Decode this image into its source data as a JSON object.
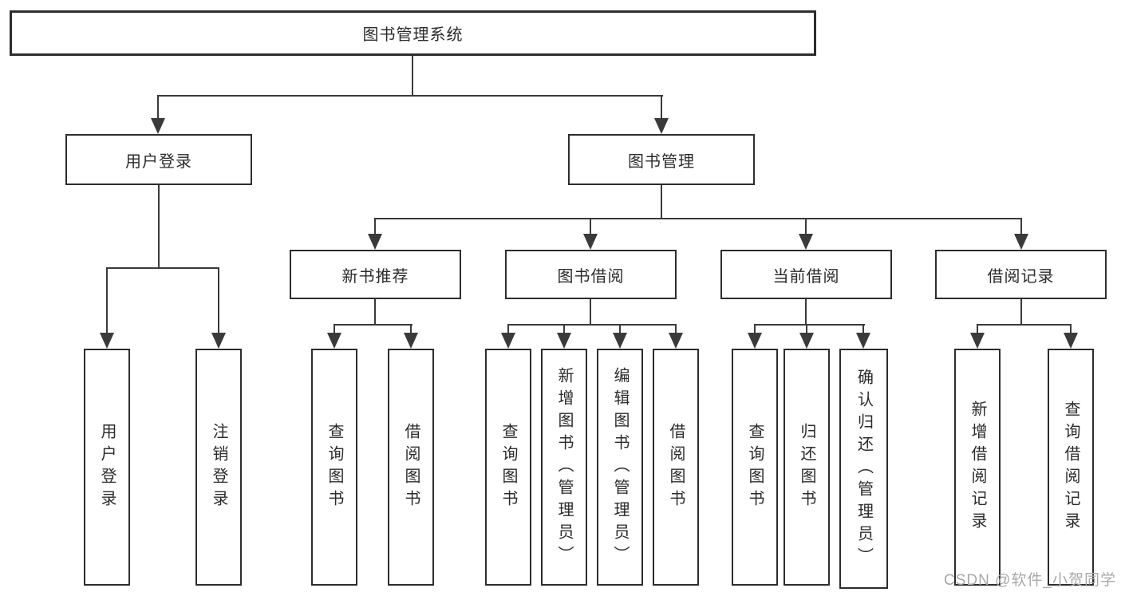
{
  "diagram": {
    "root": "图书管理系统",
    "level2": [
      "用户登录",
      "图书管理"
    ],
    "level3": [
      "新书推荐",
      "图书借阅",
      "当前借阅",
      "借阅记录"
    ],
    "leaves": {
      "login": [
        "用户登录",
        "注销登录"
      ],
      "newbook": [
        "查询图书",
        "借阅图书"
      ],
      "borrow": [
        "查询图书",
        "新增图书（管理员）",
        "编辑图书（管理员）",
        "借阅图书"
      ],
      "current": [
        "查询图书",
        "归还图书",
        "确认归还（管理员）"
      ],
      "records": [
        "新增借阅记录",
        "查询借阅记录"
      ]
    }
  },
  "watermark": {
    "text": "CSDN @软件_小贺同学"
  },
  "colors": {
    "line": "#3a3a3a",
    "box_border": "#2d2d2d",
    "box_fill": "#ffffff",
    "text": "#2b2b2b",
    "watermark": "#a8a8a8",
    "background": "#ffffff"
  }
}
